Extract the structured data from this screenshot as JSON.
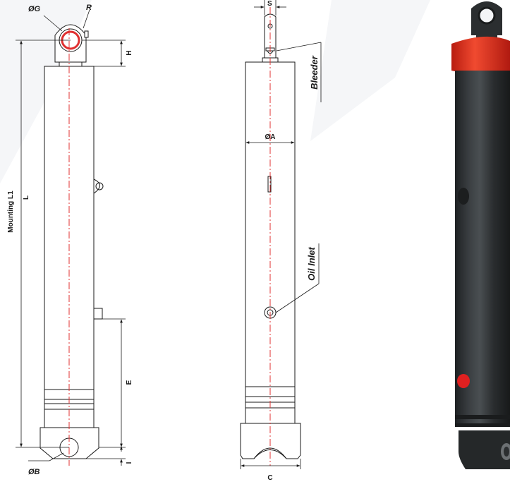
{
  "labels": {
    "og": "ØG",
    "r": "R",
    "h": "H",
    "mounting_l1": "Mounting L1",
    "l": "L",
    "e": "E",
    "i": "I",
    "ob": "ØB",
    "s": "S",
    "bleeder": "Bleeder",
    "oa": "ØA",
    "oil_inlet": "Oil Inlet",
    "c": "C"
  },
  "colors": {
    "outline": "#1a1a1a",
    "centerline": "#e03030",
    "body_dark": "#2b2e30",
    "cap_red": "#e0301e",
    "port_red": "#e02020",
    "bg_shade": "#f4f5f7"
  }
}
